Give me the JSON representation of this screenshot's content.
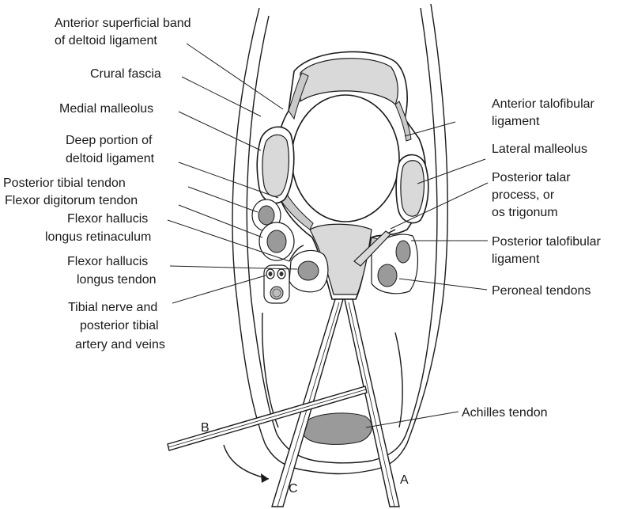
{
  "labels": {
    "ant_sup_band_1": "Anterior superficial band",
    "ant_sup_band_2": "of deltoid ligament",
    "crural_fascia": "Crural fascia",
    "medial_malleolus": "Medial malleolus",
    "deep_deltoid_1": "Deep portion of",
    "deep_deltoid_2": "deltoid ligament",
    "post_tibial_tendon": "Posterior tibial tendon",
    "fdl_tendon": "Flexor digitorum tendon",
    "fhl_retinaculum_1": "Flexor hallucis",
    "fhl_retinaculum_2": "longus retinaculum",
    "fhl_tendon_1": "Flexor hallucis",
    "fhl_tendon_2": "longus tendon",
    "tibial_nerve_1": "Tibial nerve and",
    "tibial_nerve_2": "posterior tibial",
    "tibial_nerve_3": "artery and veins",
    "atfl_1": "Anterior talofibular",
    "atfl_2": "ligament",
    "lateral_malleolus": "Lateral malleolus",
    "post_talar_1": "Posterior talar",
    "post_talar_2": "process, or",
    "post_talar_3": "os trigonum",
    "ptfl_1": "Posterior talofibular",
    "ptfl_2": "ligament",
    "peroneal": "Peroneal tendons",
    "achilles": "Achilles tendon"
  },
  "portals": {
    "a": "A",
    "b": "B",
    "c": "C"
  }
}
